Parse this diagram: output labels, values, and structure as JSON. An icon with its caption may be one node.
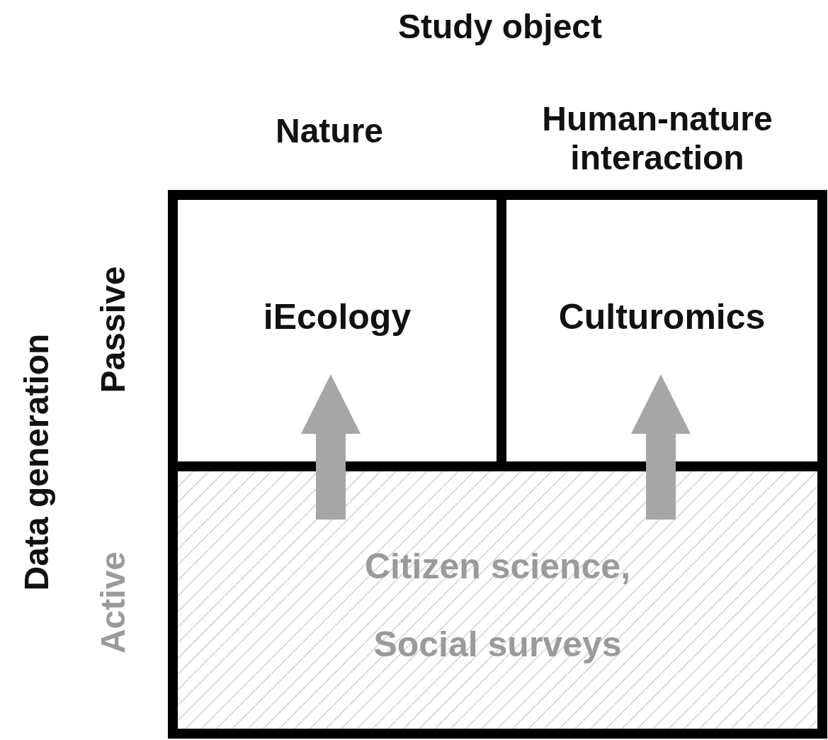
{
  "diagram": {
    "nodes": [
      {
        "text": [
          "iEcology"
        ]
      },
      {
        "text": [
          "Culturomics"
        ]
      },
      {
        "text": [
          "Citizen science,",
          "Social surveys"
        ]
      }
    ],
    "edges": [
      {
        "from": 2,
        "to": 0,
        "arrow": "to"
      },
      {
        "from": 2,
        "to": 1,
        "arrow": "to"
      }
    ],
    "labels": [
      "Study object",
      "Nature",
      "Human-nature interaction",
      "Data generation",
      "Passive",
      "Active"
    ]
  }
}
